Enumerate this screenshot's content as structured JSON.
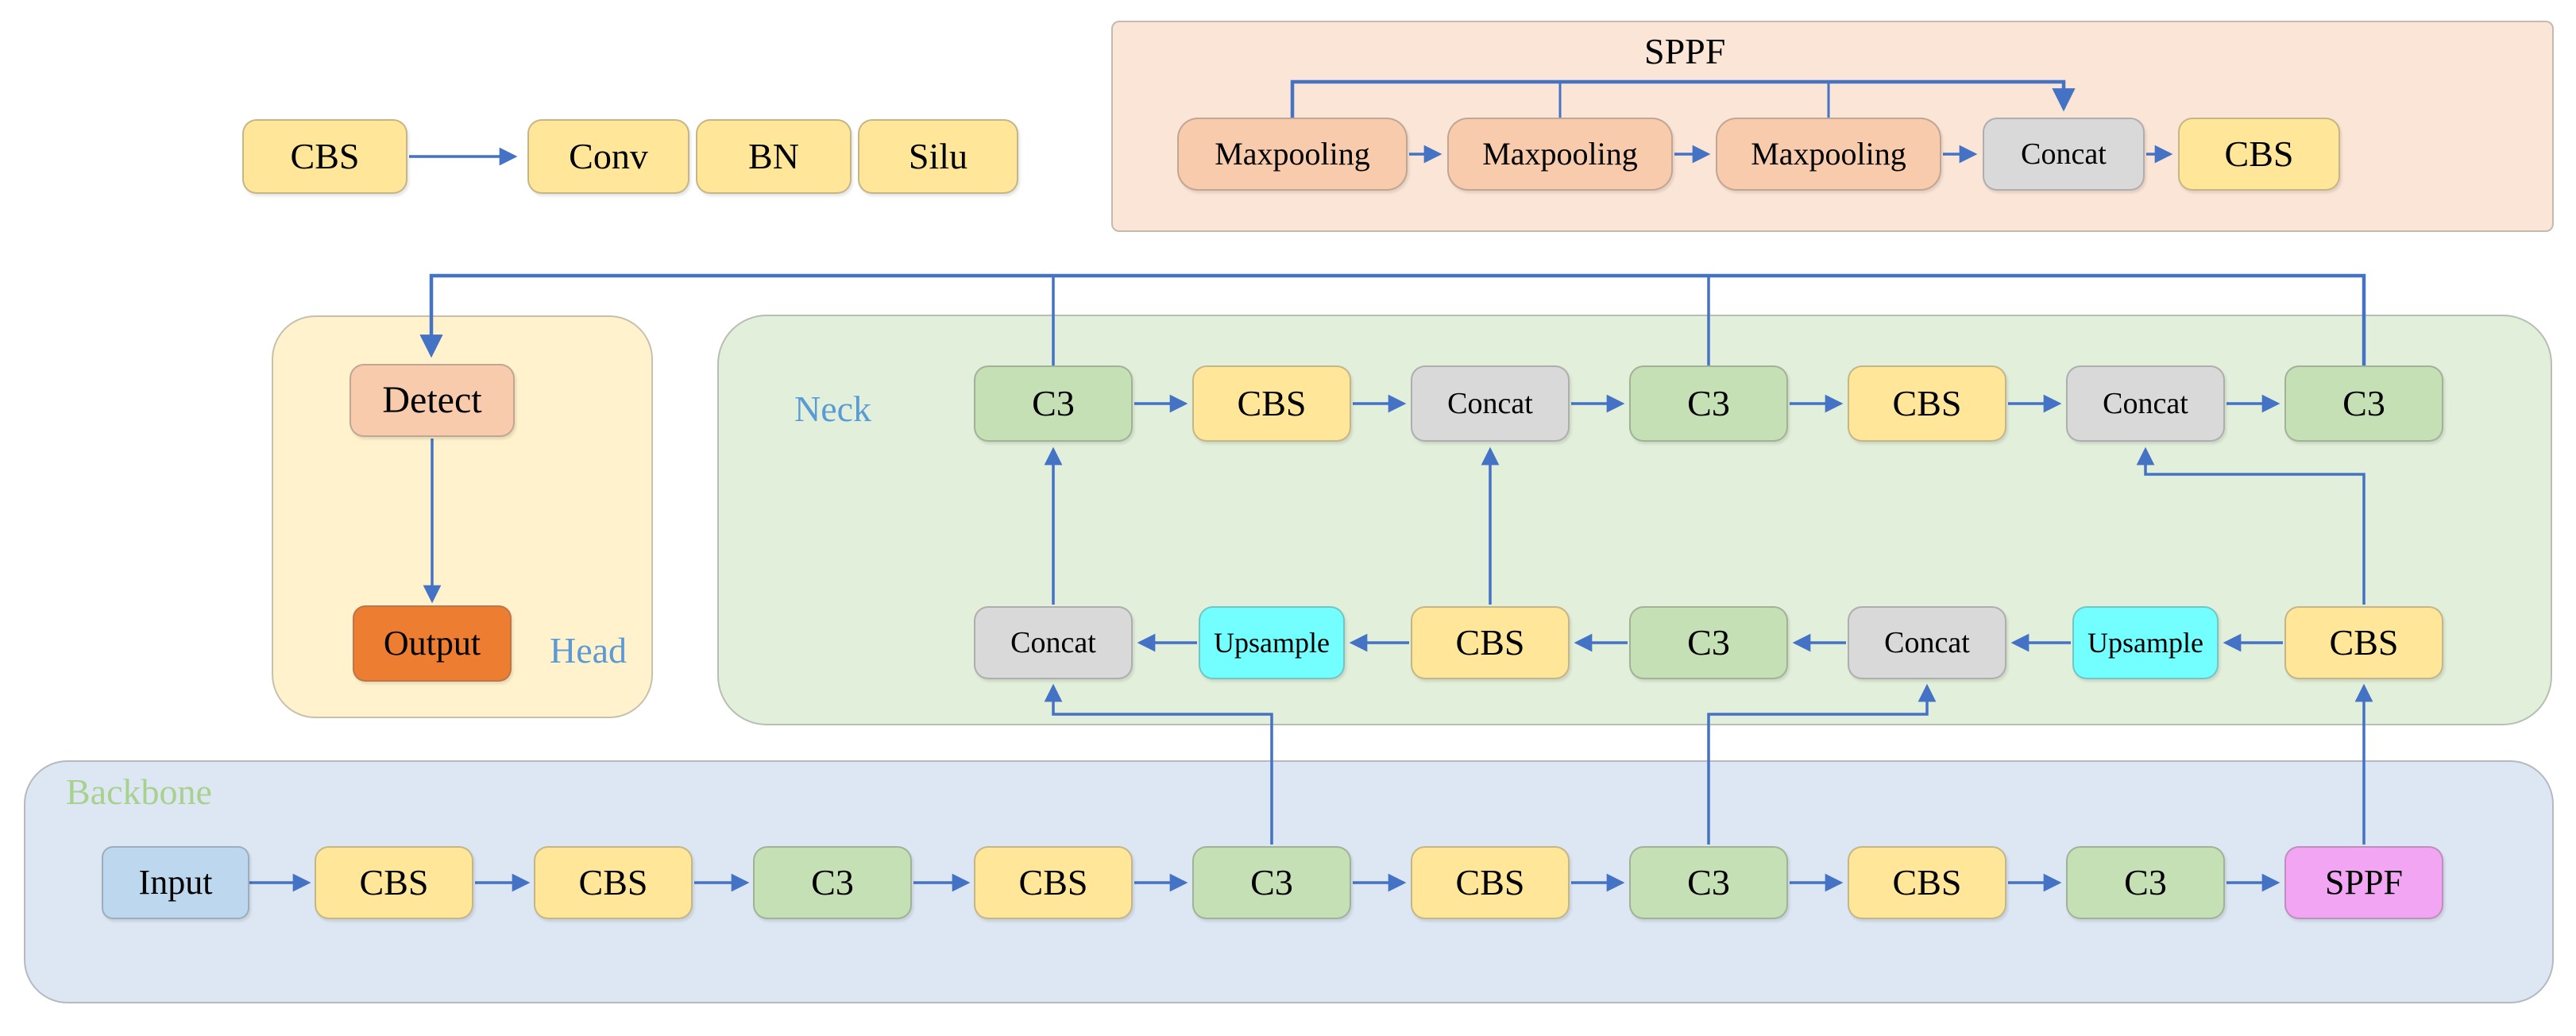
{
  "legend": {
    "source": "CBS",
    "expansion": [
      "Conv",
      "BN",
      "Silu"
    ]
  },
  "sppf_detail": {
    "title": "SPPF",
    "boxes": [
      "Maxpooling",
      "Maxpooling",
      "Maxpooling",
      "Concat",
      "CBS"
    ]
  },
  "head": {
    "label": "Head",
    "detect": "Detect",
    "output": "Output"
  },
  "neck": {
    "label": "Neck",
    "top_row": [
      "C3",
      "CBS",
      "Concat",
      "C3",
      "CBS",
      "Concat",
      "C3"
    ],
    "bottom_row": [
      "Concat",
      "Upsample",
      "CBS",
      "C3",
      "Concat",
      "Upsample",
      "CBS"
    ]
  },
  "backbone": {
    "label": "Backbone",
    "boxes": [
      "Input",
      "CBS",
      "CBS",
      "C3",
      "CBS",
      "C3",
      "CBS",
      "C3",
      "CBS",
      "C3",
      "SPPF"
    ]
  },
  "colors": {
    "arrow": "#4472C4",
    "cbs_yellow": "#FFE699",
    "c3_green": "#C5E0B4",
    "concat_gray": "#D9D9D9",
    "upsample_cyan": "#73FFFF",
    "sppf_pink": "#F2A5F2",
    "maxpool_salmon": "#F8CBAD",
    "output_orange": "#ED7D31",
    "input_blue": "#BDD7EE",
    "backbone_panel": "#DCE7F3",
    "neck_panel": "#E2EFDA",
    "head_panel": "#FFF2CC",
    "sppf_panel": "#FBE5D6",
    "label_blue": "#5B9BD5",
    "label_green": "#A9D18E"
  }
}
